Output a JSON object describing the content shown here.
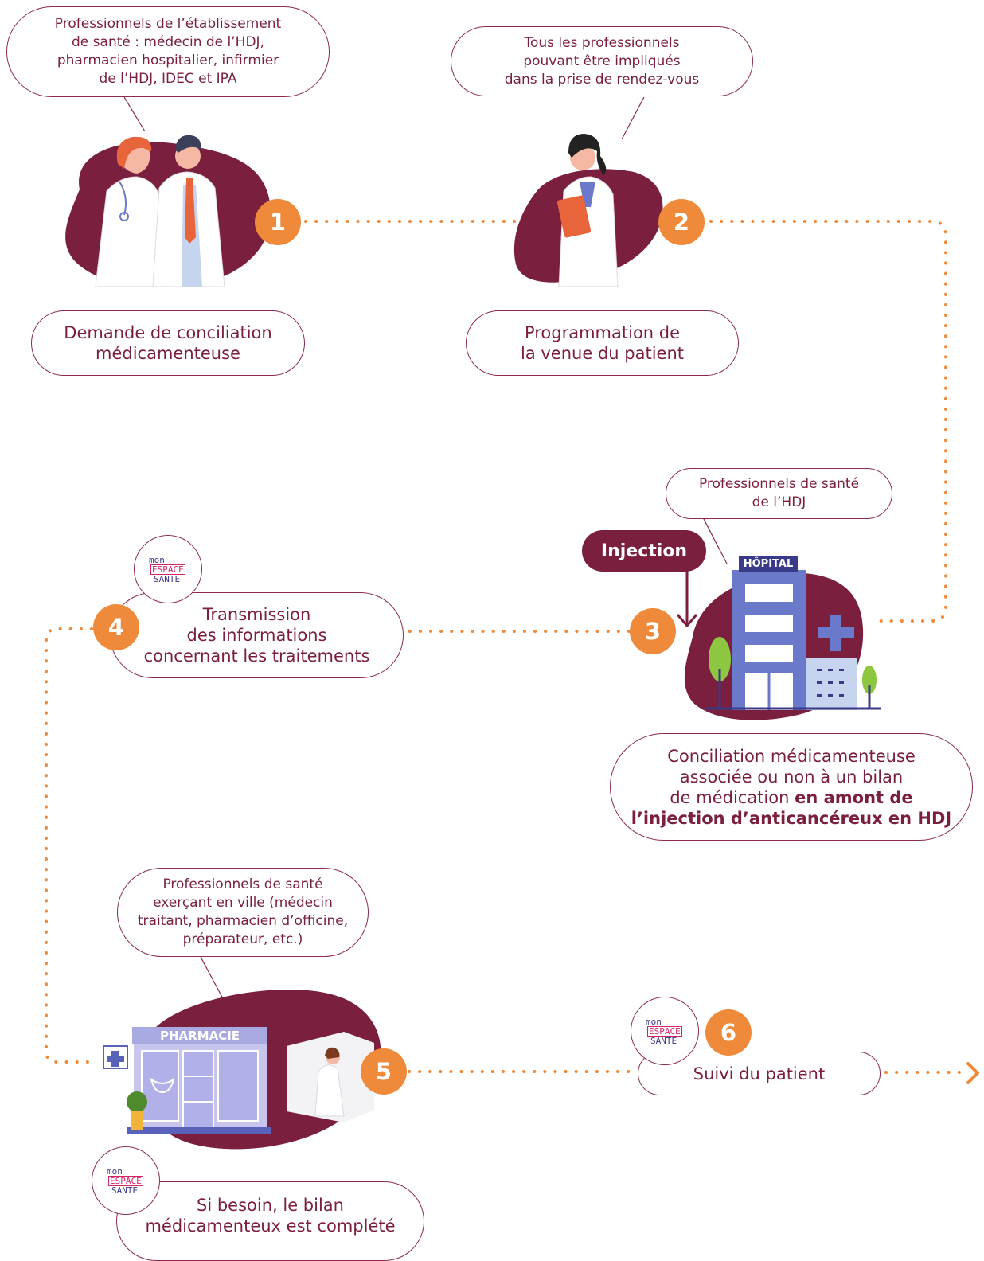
{
  "step1": {
    "number": "1",
    "actor_lines": [
      "Professionnels de l’établissement",
      "de santé : médecin de l’HDJ,",
      "pharmacien hospitalier, infirmier",
      "de l’HDJ, IDEC et IPA"
    ],
    "action_lines": [
      "Demande de conciliation",
      "médicamenteuse"
    ]
  },
  "step2": {
    "number": "2",
    "actor_lines": [
      "Tous les professionnels",
      "pouvant être impliqués",
      "dans la prise de rendez-vous"
    ],
    "action_lines": [
      "Programmation de",
      "la venue du patient"
    ]
  },
  "step3": {
    "number": "3",
    "actor_lines": [
      "Professionnels de santé",
      "de l’HDJ"
    ],
    "injection_label": "Injection",
    "building_sign": "HÔPITAL",
    "action_lines": [
      "Conciliation médicamenteuse",
      "associée ou non à un bilan"
    ],
    "action_line3_plain": "de médication ",
    "action_line3_bold": "en amont de",
    "action_line4_bold": "l’injection d’anticancéreux en HDJ"
  },
  "step4": {
    "number": "4",
    "action_lines": [
      "Transmission",
      "des informations",
      "concernant les traitements"
    ]
  },
  "step5": {
    "number": "5",
    "actor_lines": [
      "Professionnels de santé",
      "exerçant en ville (médecin",
      "traitant, pharmacien d’officine,",
      "préparateur, etc.)"
    ],
    "building_sign": "PHARMACIE",
    "action_lines": [
      "Si besoin, le bilan",
      "médicamenteux est complété"
    ]
  },
  "step6": {
    "number": "6",
    "action_lines": [
      "Suivi du patient"
    ]
  },
  "logo": {
    "line1": "mon",
    "line2": "ESPACE",
    "line3": "SANTE"
  },
  "colors": {
    "burgundy": "#7a1f3d",
    "orange": "#ee8a3a",
    "building_blue": "#6a79c9",
    "tree_green": "#8dc63f"
  }
}
